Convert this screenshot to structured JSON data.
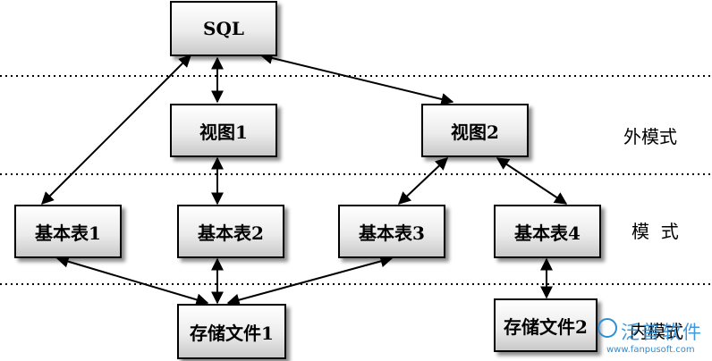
{
  "nodes": {
    "sql": "SQL",
    "view1": "视图1",
    "view2": "视图2",
    "table1": "基本表1",
    "table2": "基本表2",
    "table3": "基本表3",
    "table4": "基本表4",
    "file1": "存储文件1",
    "file2": "存储文件2"
  },
  "levels": {
    "external": "外模式",
    "conceptual": "模  式",
    "internal": "内模式"
  },
  "watermark": {
    "brand": "泛普软件",
    "url": "www.fanpusoft.com"
  },
  "colors": {
    "watermark": "#2b8fd6",
    "border": "#000000"
  }
}
